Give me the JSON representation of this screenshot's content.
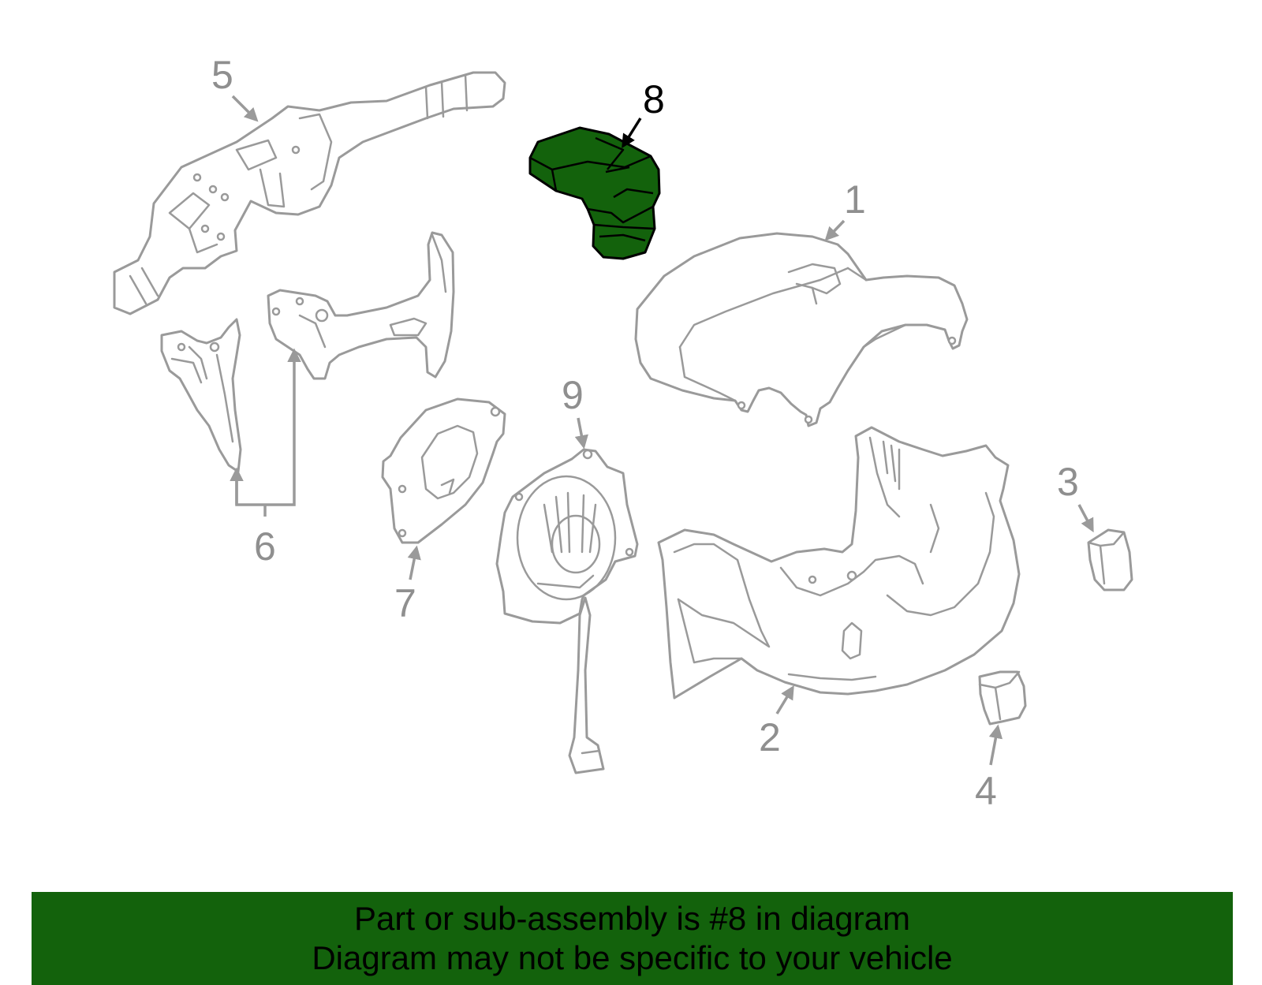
{
  "diagram": {
    "highlight_color": "#13620c",
    "highlighted_part": "8",
    "callouts": {
      "c1": "1",
      "c2": "2",
      "c3": "3",
      "c4": "4",
      "c5": "5",
      "c6": "6",
      "c7": "7",
      "c8": "8",
      "c9": "9"
    }
  },
  "banner": {
    "line1": "Part or sub-assembly is #8 in diagram",
    "line2": "Diagram may not be specific to your vehicle",
    "background": "#13620c"
  }
}
